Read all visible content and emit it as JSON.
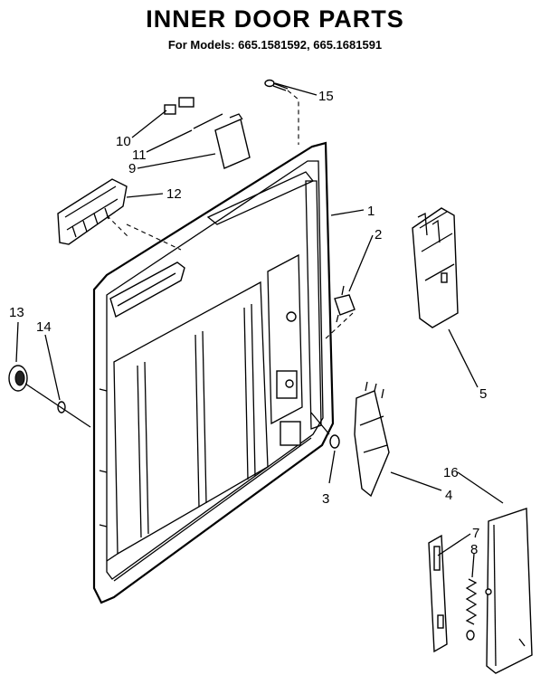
{
  "header": {
    "title": "INNER DOOR PARTS",
    "subtitle": "For Models: 665.1581592, 665.1681591"
  },
  "callouts": [
    {
      "id": "c1",
      "text": "1"
    },
    {
      "id": "c2",
      "text": "2"
    },
    {
      "id": "c3",
      "text": "3"
    },
    {
      "id": "c4",
      "text": "4"
    },
    {
      "id": "c5",
      "text": "5"
    },
    {
      "id": "c7",
      "text": "7"
    },
    {
      "id": "c8",
      "text": "8"
    },
    {
      "id": "c9",
      "text": "9"
    },
    {
      "id": "c10",
      "text": "10"
    },
    {
      "id": "c11",
      "text": "11"
    },
    {
      "id": "c12",
      "text": "12"
    },
    {
      "id": "c13",
      "text": "13"
    },
    {
      "id": "c14",
      "text": "14"
    },
    {
      "id": "c15",
      "text": "15"
    },
    {
      "id": "c16",
      "text": "16"
    }
  ]
}
